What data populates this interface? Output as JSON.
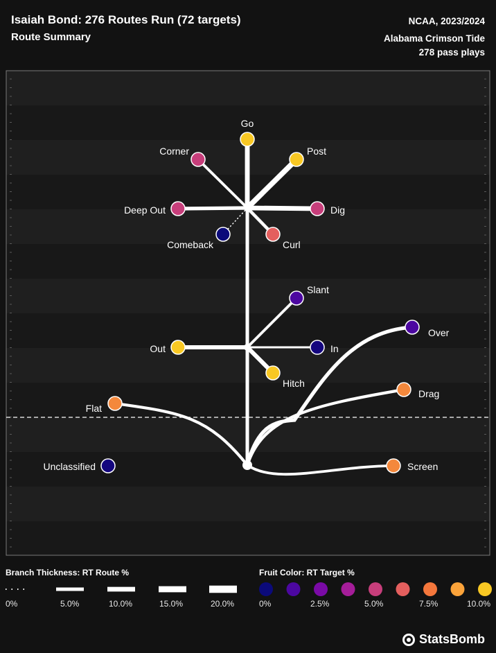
{
  "header": {
    "title": "Isaiah Bond: 276 Routes Run (72 targets)",
    "subtitle": "Route Summary",
    "competition": "NCAA, 2023/2024",
    "team": "Alabama Crimson Tide",
    "plays": "278 pass plays"
  },
  "chart_data": {
    "type": "route-tree",
    "routes": [
      {
        "name": "Go",
        "route_pct": 7.0,
        "target_pct": 10.0,
        "color": "#f9c823"
      },
      {
        "name": "Corner",
        "route_pct": 3.0,
        "target_pct": 5.5,
        "color": "#c73e7b"
      },
      {
        "name": "Post",
        "route_pct": 8.0,
        "target_pct": 10.0,
        "color": "#f9c823"
      },
      {
        "name": "Deep Out",
        "route_pct": 5.0,
        "target_pct": 5.5,
        "color": "#c73e7b"
      },
      {
        "name": "Dig",
        "route_pct": 7.0,
        "target_pct": 5.5,
        "color": "#c73e7b"
      },
      {
        "name": "Comeback",
        "route_pct": 0.5,
        "target_pct": 0.0,
        "color": "#0b0a7a"
      },
      {
        "name": "Curl",
        "route_pct": 4.0,
        "target_pct": 6.5,
        "color": "#e45f5e"
      },
      {
        "name": "Slant",
        "route_pct": 3.0,
        "target_pct": 1.5,
        "color": "#4c07a0"
      },
      {
        "name": "Out",
        "route_pct": 6.0,
        "target_pct": 10.0,
        "color": "#f9c823"
      },
      {
        "name": "In",
        "route_pct": 2.0,
        "target_pct": 0.5,
        "color": "#14067e"
      },
      {
        "name": "Hitch",
        "route_pct": 6.0,
        "target_pct": 10.0,
        "color": "#f9c823"
      },
      {
        "name": "Over",
        "route_pct": 5.0,
        "target_pct": 1.5,
        "color": "#4c07a0"
      },
      {
        "name": "Drag",
        "route_pct": 3.5,
        "target_pct": 8.0,
        "color": "#f4883c"
      },
      {
        "name": "Flat",
        "route_pct": 3.5,
        "target_pct": 8.0,
        "color": "#f4883c"
      },
      {
        "name": "Screen",
        "route_pct": 3.0,
        "target_pct": 8.0,
        "color": "#f4883c"
      },
      {
        "name": "Unclassified",
        "route_pct": 0.0,
        "target_pct": 0.5,
        "color": "#14067e"
      }
    ],
    "branch_legend": {
      "title": "Branch Thickness: RT Route %",
      "labels": [
        "0%",
        "5.0%",
        "10.0%",
        "15.0%",
        "20.0%"
      ],
      "values": [
        0,
        5,
        10,
        15,
        20
      ]
    },
    "fruit_legend": {
      "title": "Fruit Color: RT Target %",
      "labels": [
        "0%",
        "2.5%",
        "5.0%",
        "7.5%",
        "10.0%"
      ],
      "colors": [
        "#0b0a7a",
        "#4c07a0",
        "#7a0aa6",
        "#a51d99",
        "#c73e7b",
        "#e45f5e",
        "#f4773c",
        "#fba33a",
        "#f9c823"
      ]
    }
  },
  "brand": "StatsBomb"
}
